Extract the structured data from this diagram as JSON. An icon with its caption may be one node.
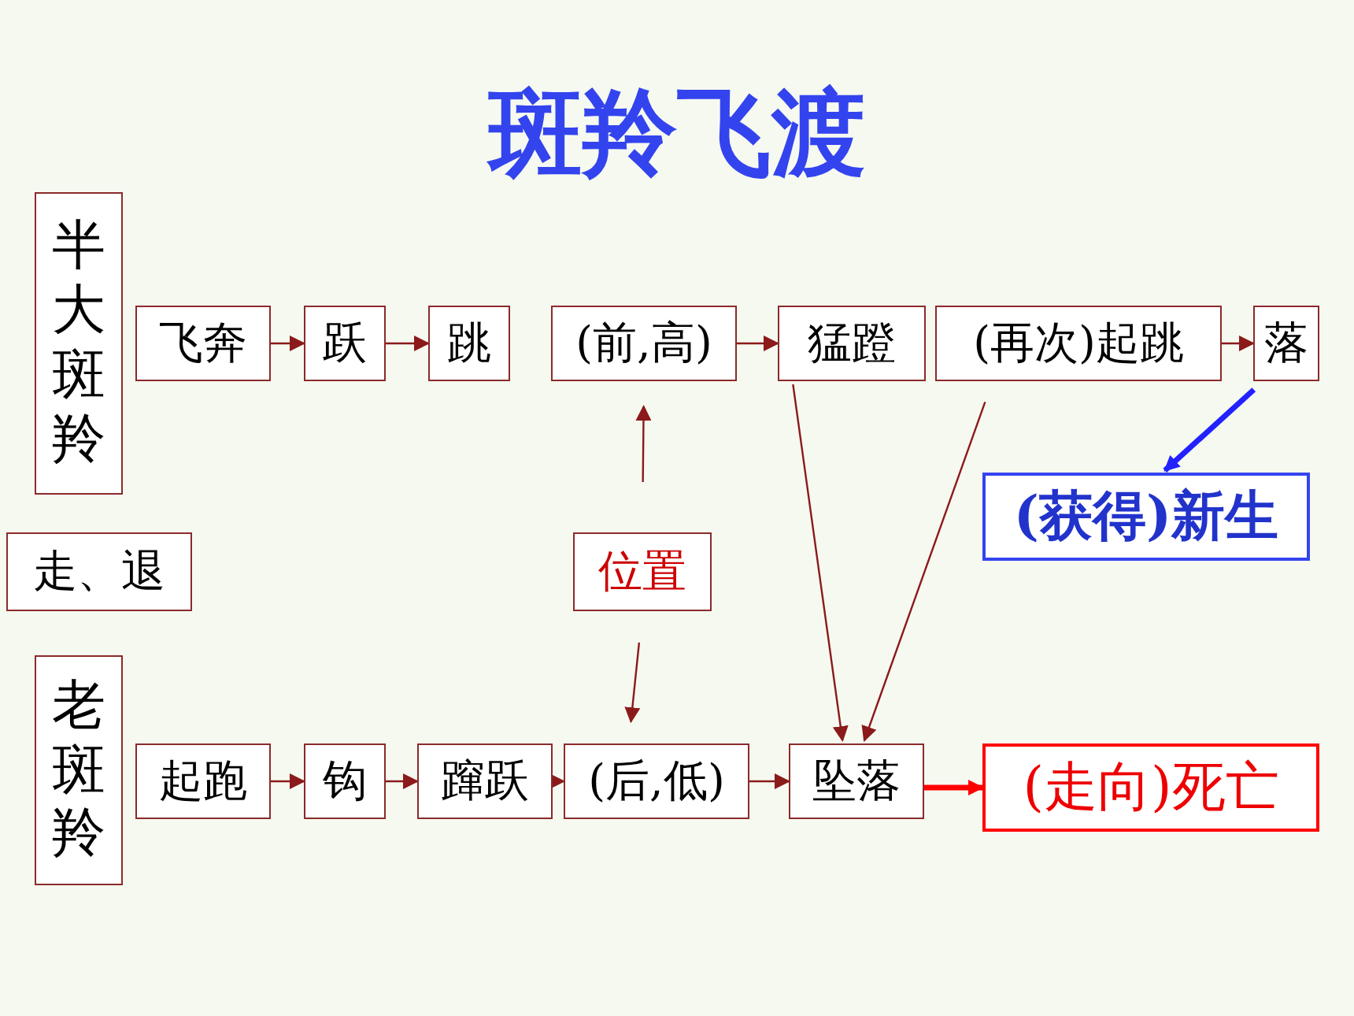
{
  "diagram": {
    "title": "斑羚飞渡",
    "nodes": [
      {
        "text": [
          "半大斑羚"
        ]
      },
      {
        "text": [
          "飞奔"
        ]
      },
      {
        "text": [
          "跃"
        ]
      },
      {
        "text": [
          "跳"
        ]
      },
      {
        "text": [
          "(前,高)"
        ]
      },
      {
        "text": [
          "猛蹬"
        ]
      },
      {
        "text": [
          "(再次)起跳"
        ]
      },
      {
        "text": [
          "落"
        ]
      },
      {
        "text": [
          "(获得)新生"
        ]
      },
      {
        "text": [
          "走、退"
        ]
      },
      {
        "text": [
          "位置"
        ]
      },
      {
        "text": [
          "老斑羚"
        ]
      },
      {
        "text": [
          "起跑"
        ]
      },
      {
        "text": [
          "钩"
        ]
      },
      {
        "text": [
          "蹿跃"
        ]
      },
      {
        "text": [
          "(后,低)"
        ]
      },
      {
        "text": [
          "坠落"
        ]
      },
      {
        "text": [
          "(走向)死亡"
        ]
      }
    ],
    "edges": [
      {
        "from": 1,
        "to": 2,
        "arrow": "to"
      },
      {
        "from": 2,
        "to": 3,
        "arrow": "to"
      },
      {
        "from": 4,
        "to": 5,
        "arrow": "to"
      },
      {
        "from": 6,
        "to": 7,
        "arrow": "to"
      },
      {
        "from": 7,
        "to": 8,
        "arrow": "to",
        "color": "#2222ff",
        "style": "thick"
      },
      {
        "from": 10,
        "to": 4,
        "arrow": "to"
      },
      {
        "from": 10,
        "to": 15,
        "arrow": "to"
      },
      {
        "from": 5,
        "to": 16,
        "arrow": "to"
      },
      {
        "from": 6,
        "to": 16,
        "arrow": "to"
      },
      {
        "from": 12,
        "to": 13,
        "arrow": "to"
      },
      {
        "from": 13,
        "to": 14,
        "arrow": "to"
      },
      {
        "from": 14,
        "to": 15,
        "arrow": "to"
      },
      {
        "from": 15,
        "to": 16,
        "arrow": "to"
      },
      {
        "from": 16,
        "to": 17,
        "arrow": "to",
        "color": "#ff0000",
        "style": "thick"
      }
    ]
  }
}
